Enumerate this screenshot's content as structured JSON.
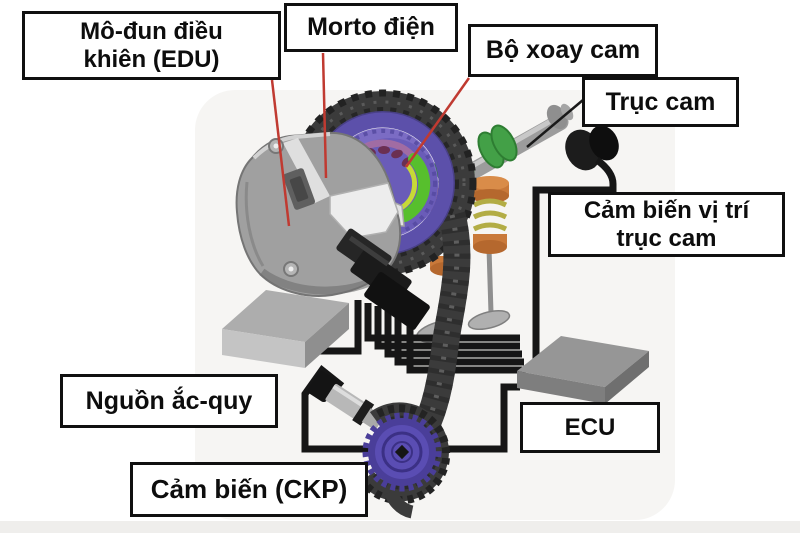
{
  "diagram": {
    "description": "Variable valve timing system diagram with Vietnamese labels",
    "labels": {
      "edu": {
        "line1": "Mô-đun điều",
        "line2": "khiên (EDU)"
      },
      "electric_motor": {
        "text": "Morto điện"
      },
      "cam_phaser": {
        "text": "Bộ xoay cam"
      },
      "camshaft": {
        "text": "Trục cam"
      },
      "cam_position_sensor": {
        "line1": "Cảm biến vị trí",
        "line2": "trục cam"
      },
      "battery": {
        "text": "Nguồn ắc-quy"
      },
      "ecu": {
        "text": "ECU"
      },
      "crank_sensor": {
        "text": "Cảm biến (CKP)"
      }
    },
    "colors": {
      "leader_red": "#c03a31",
      "leader_black": "#1a1a1a",
      "box_border": "#101010",
      "text_black": "#0d0d0d",
      "wire_black": "#161616",
      "chain_dark": "#3b3b3b",
      "phaser_purple": "#5c50aa",
      "phaser_inner": "#7b6cc4",
      "sprocket_purple": "#4a3e99",
      "cam_green": "#43a047",
      "phaser_green": "#57bf2d",
      "spring_orange": "#c9793a",
      "spring_gold": "#b3ad45",
      "housing_gray": "#a0a0a0",
      "metal_gray": "#9c9c9c",
      "block_gray": "#969696"
    }
  }
}
